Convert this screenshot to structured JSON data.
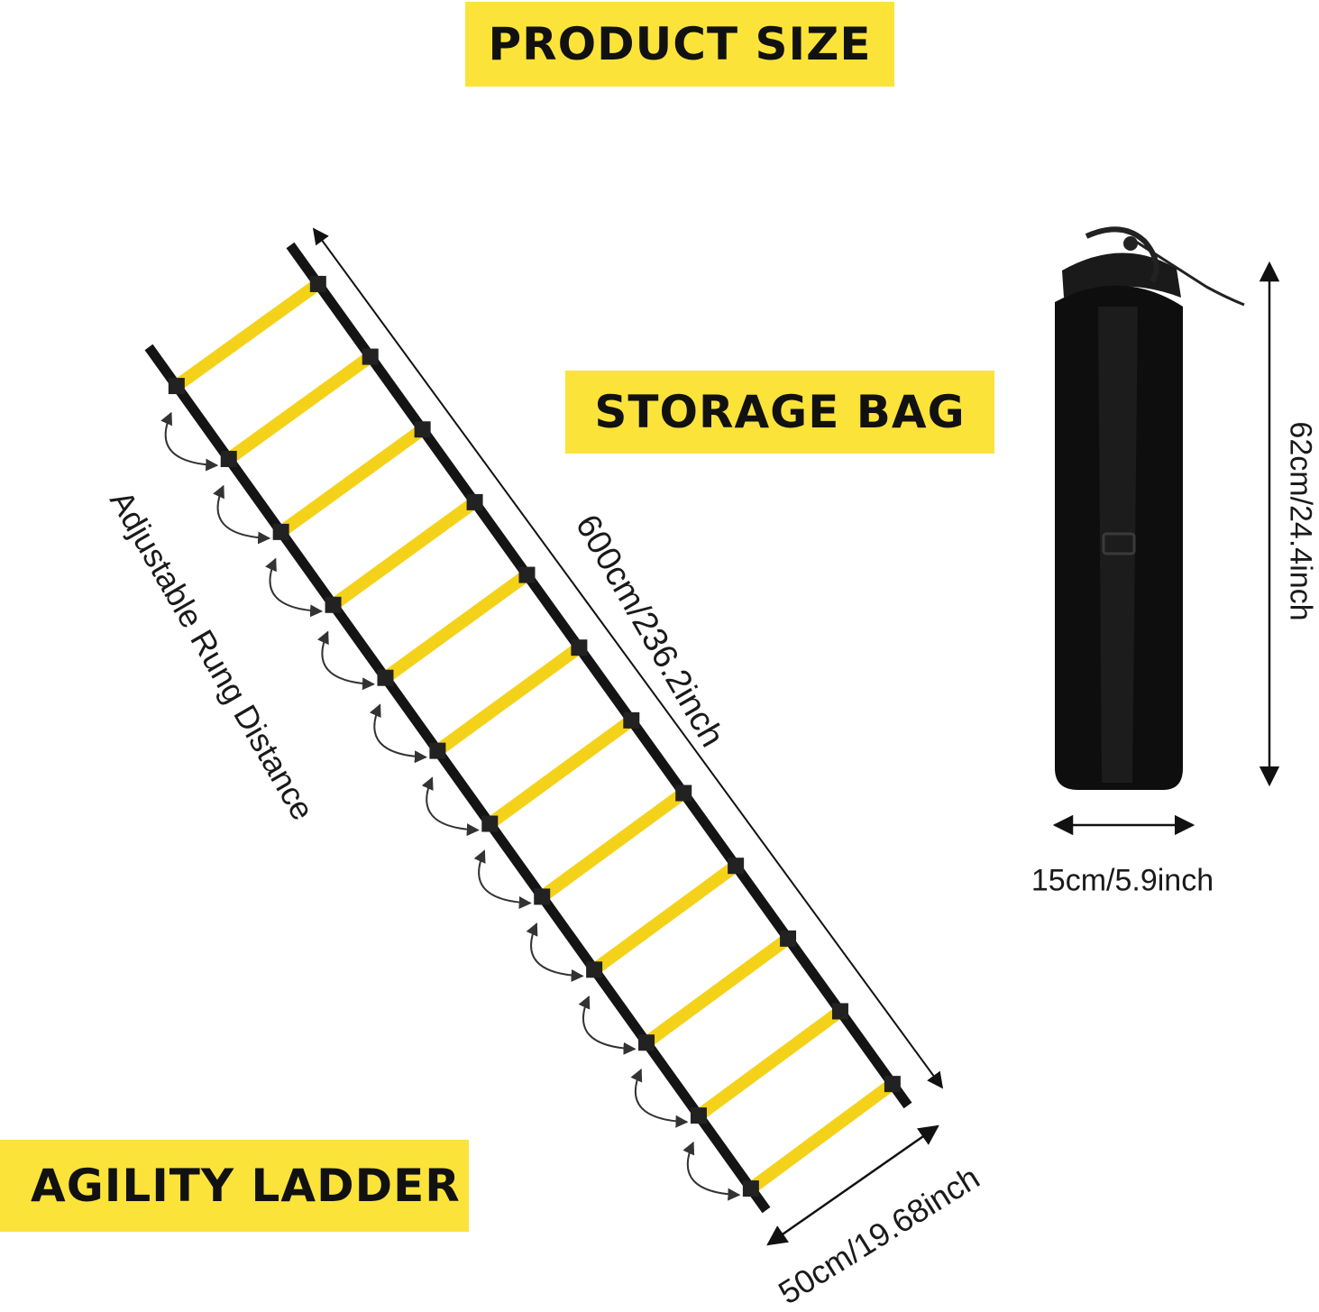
{
  "banners": {
    "product_size": "PRODUCT SIZE",
    "storage_bag": "STORAGE BAG",
    "agility_ladder": "AGILITY LADDER"
  },
  "dimensions": {
    "ladder_length": "600cm/236.2inch",
    "ladder_width": "50cm/19.68inch",
    "rung_note": "Adjustable Rung Distance",
    "bag_height": "62cm/24.4inch",
    "bag_width": "15cm/5.9inch"
  },
  "colors": {
    "accent_yellow": "#fbe33a",
    "rung_yellow": "#f5d21a",
    "strap_black": "#141414",
    "bag_black": "#0e0e0e"
  },
  "ladder": {
    "rung_count": 12
  },
  "icons": [
    "double-arrow-icon",
    "curved-arrow-icon",
    "storage-bag-icon"
  ]
}
